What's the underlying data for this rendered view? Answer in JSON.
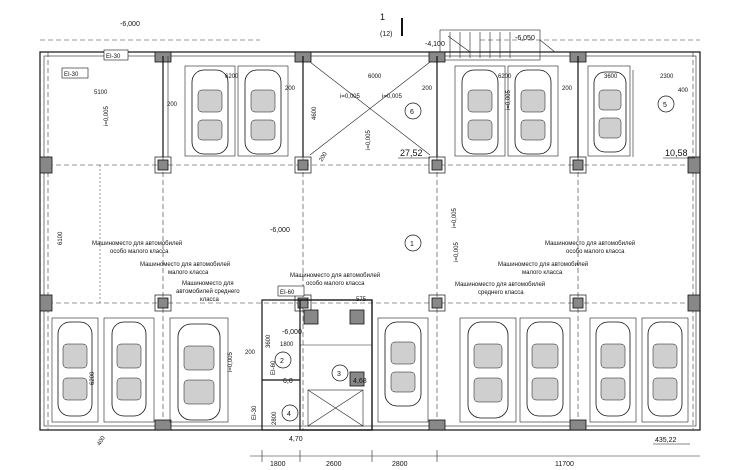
{
  "elevations": {
    "top_left": "-6,000",
    "top_mid": "-4,100",
    "top_right": "-6,050",
    "center": "-6,000",
    "core": "-6,000"
  },
  "section_marker": {
    "number": "1",
    "ref": "(12)"
  },
  "fire_ratings": {
    "ei30_top": "EI-30",
    "ei30_left": "EI-30",
    "ei60_core": "EI-60",
    "ei60_vertical": "EI-60",
    "ei30_vertical": "EI-30"
  },
  "zones": {
    "z1": "1",
    "z2": "2",
    "z3": "3",
    "z4": "4",
    "z5": "5",
    "z6": "6"
  },
  "room_values": {
    "r6": "27,52",
    "r5": "10,58",
    "r1": "435,22",
    "r2": "6,0",
    "r3": "4,68",
    "r4": "4,70"
  },
  "dims": {
    "d6200a": "6200",
    "d6000": "6000",
    "d6200b": "6200",
    "d3600": "3600",
    "d2300": "2300",
    "d400": "400",
    "d5100": "5100",
    "d200a": "200",
    "d200b": "200",
    "d200c": "200",
    "d200d": "200",
    "d200e": "200",
    "d4600": "4600",
    "d6100": "6100",
    "d3600v": "3600",
    "d1800t": "1800",
    "d200f": "200",
    "d6200v": "6200",
    "d2800v": "2800",
    "d400v": "400",
    "b1800": "1800",
    "b2600": "2600",
    "b2800": "2800",
    "b11700": "11700",
    "slope": "i=0,005",
    "d575": "575"
  },
  "labels": {
    "small_car_top_left": "Машиноместо для автомобилей особо малого класса",
    "small_car_left": "Машиноместо для автомобилей малого класса",
    "mid_car_left": "Машиноместо для автомобилей среднего класса",
    "small_car_center": "Машиноместо для автомобилей особо малого класса",
    "small_car_right": "Машиноместо для автомобилей особо малого класса",
    "small_right": "Машиноместо для автомобилей малого класса",
    "mid_right": "Машиноместо для автомобилей среднего класса"
  }
}
